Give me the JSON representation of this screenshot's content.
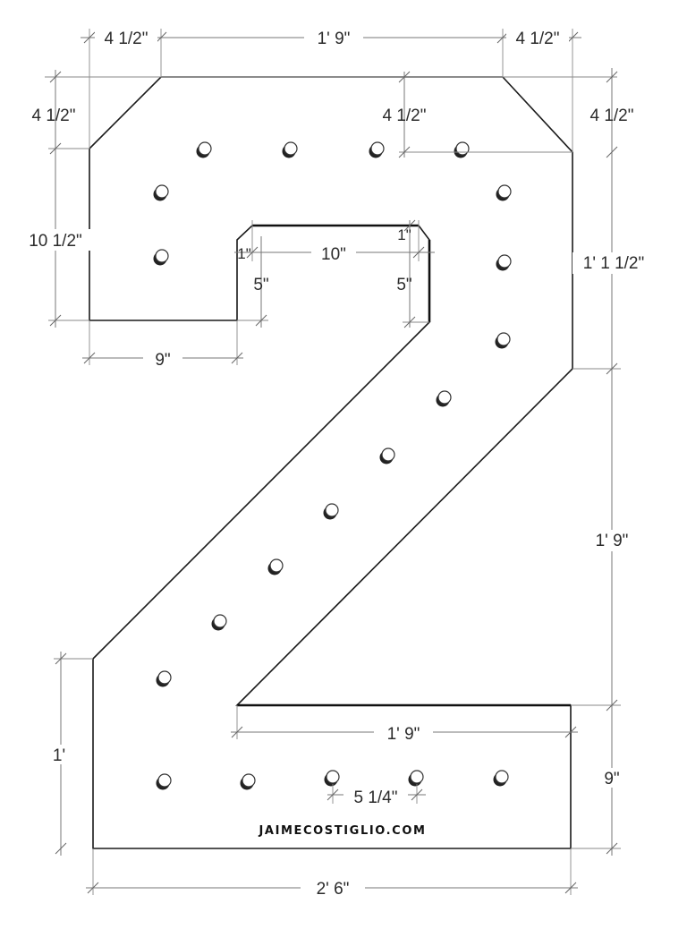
{
  "diagram": {
    "brand_text": "JAIMECOSTIGLIO.COM",
    "colors": {
      "outline": "#1a1a1a",
      "dimension": "#777777",
      "text": "#2b2b2b"
    },
    "dimensions": {
      "top_left_chamfer_width": "4 1/2\"",
      "top_span": "1' 9\"",
      "top_right_chamfer_width": "4 1/2\"",
      "left_chamfer_height": "4 1/2\"",
      "right_chamfer_offset": "4 1/2\"",
      "right_chamfer_height": "4 1/2\"",
      "left_side_height": "10 1/2\"",
      "right_upper_height": "1' 1 1/2\"",
      "notch_left_chamfer": "1\"",
      "notch_width": "10\"",
      "notch_right_chamfer": "1\"",
      "notch_left_depth": "5\"",
      "notch_right_depth": "5\"",
      "left_arm_width": "9\"",
      "diagonal_height": "1' 9\"",
      "inner_base_width": "1' 9\"",
      "base_left_height": "1'",
      "base_right_height": "9\"",
      "hole_spacing": "5 1/4\"",
      "total_width": "2' 6\""
    }
  }
}
